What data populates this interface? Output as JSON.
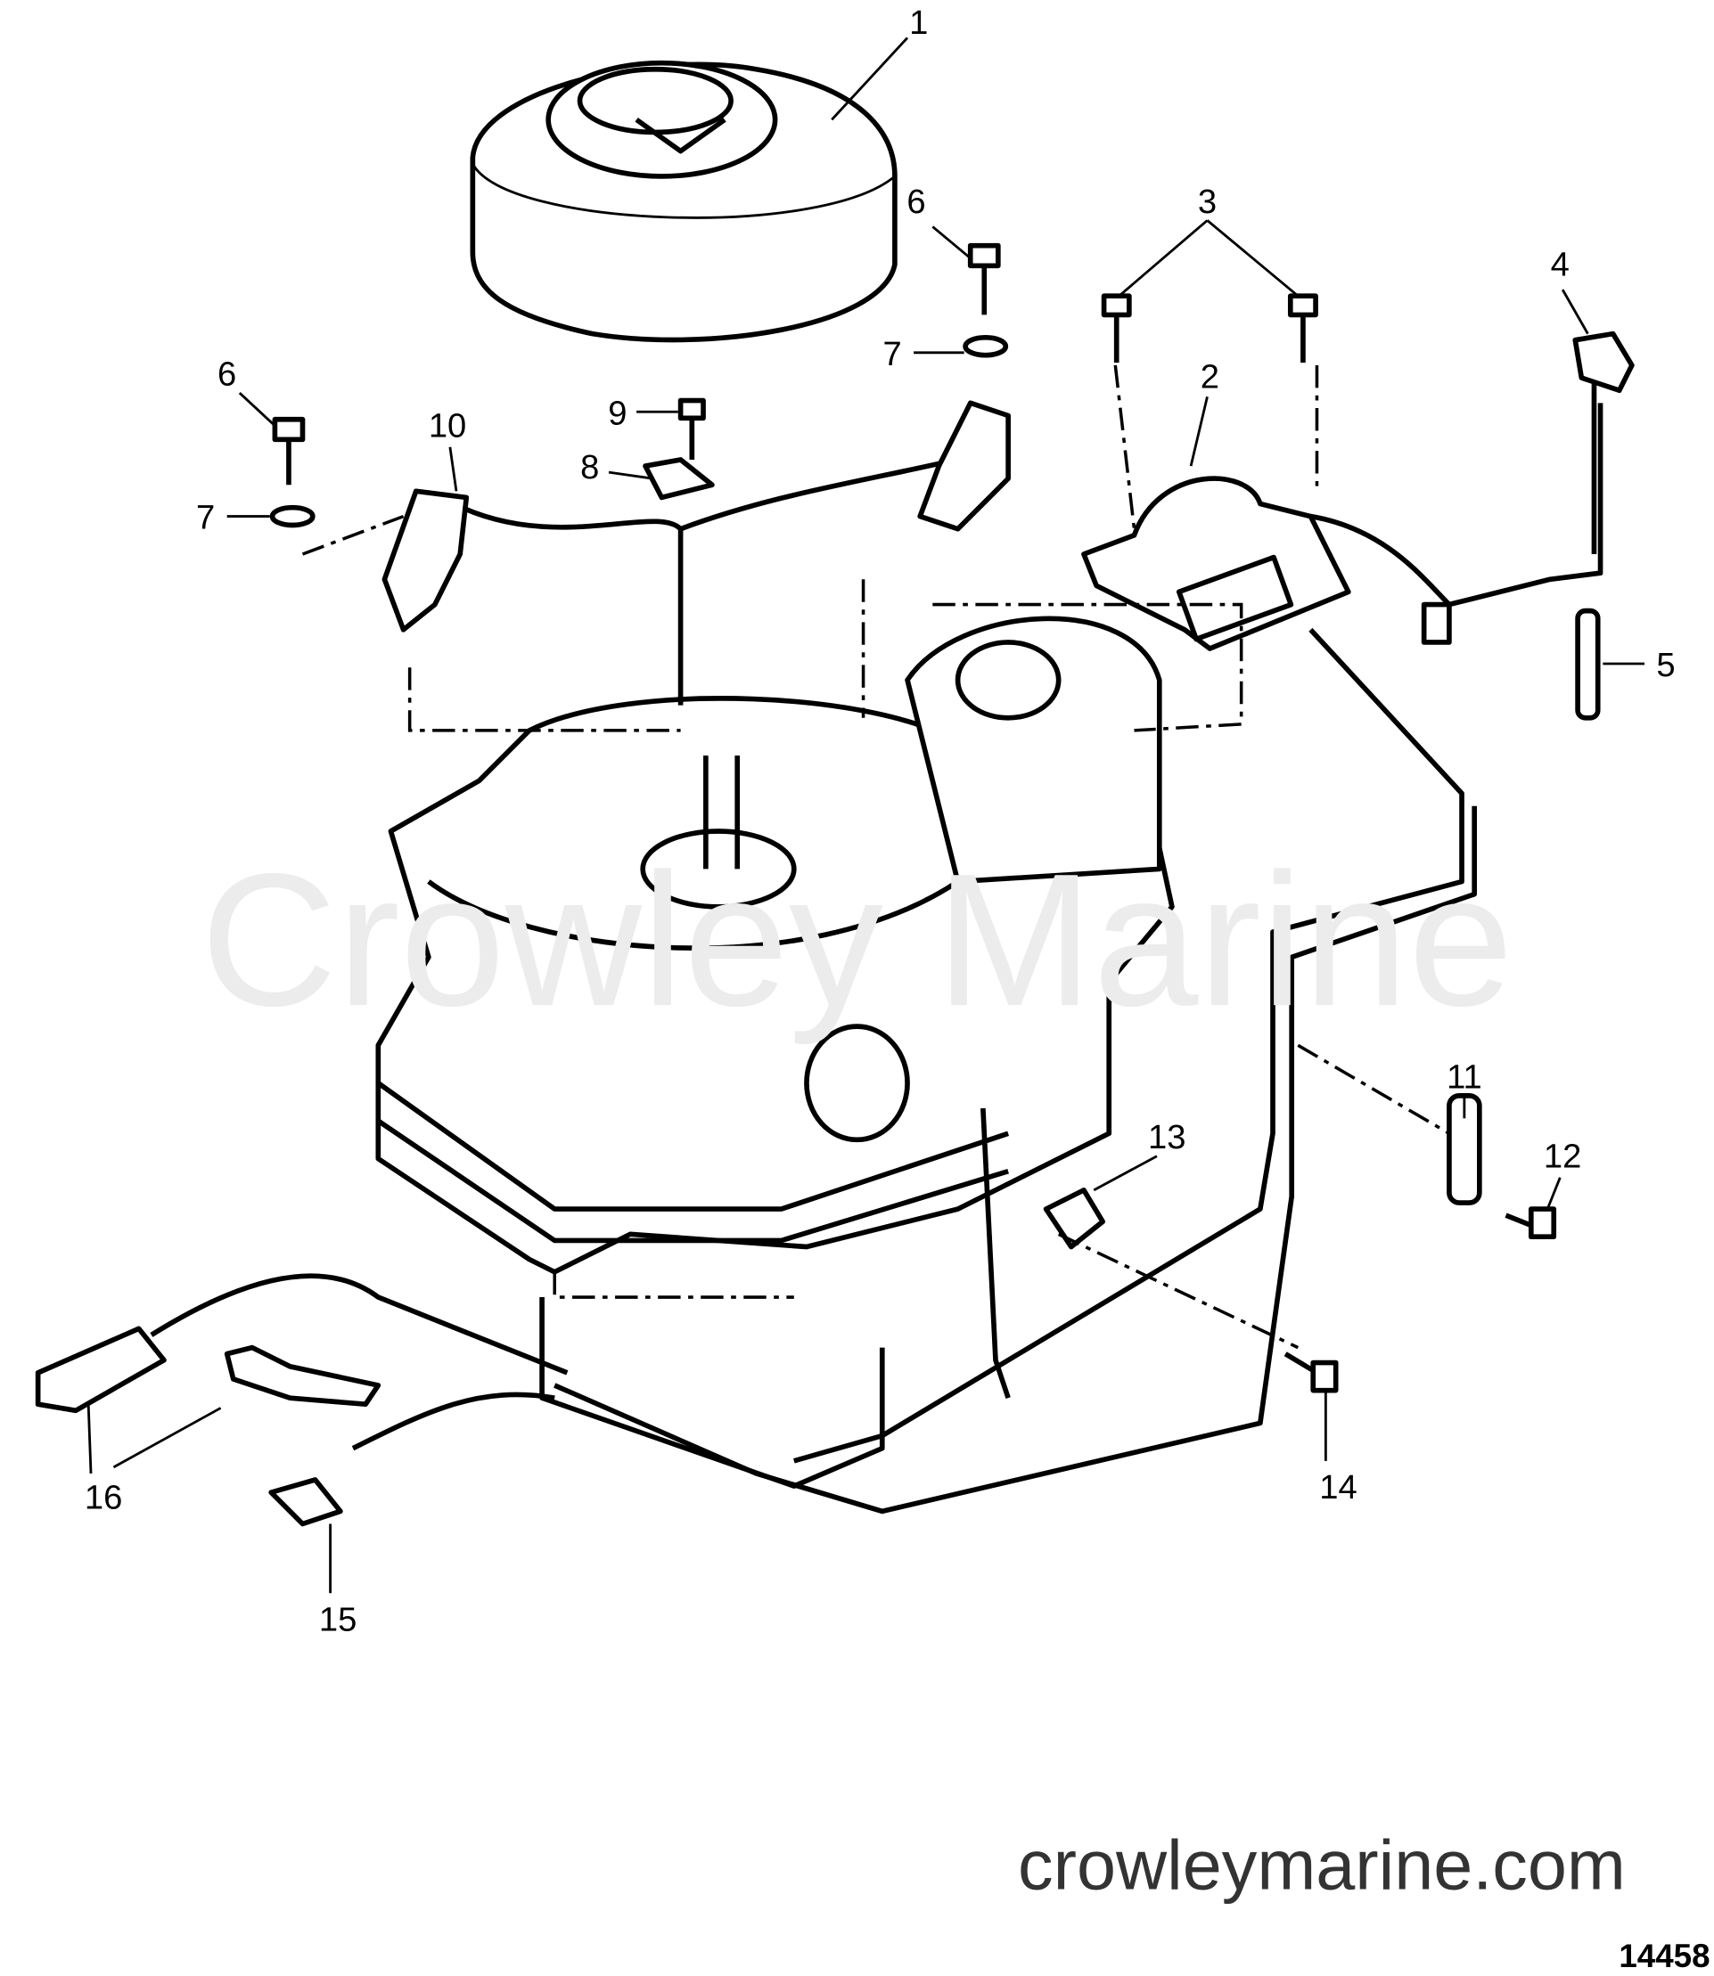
{
  "diagram": {
    "callouts": [
      "1",
      "2",
      "3",
      "4",
      "5",
      "6",
      "6",
      "7",
      "7",
      "8",
      "9",
      "10",
      "11",
      "12",
      "13",
      "14",
      "15",
      "16"
    ],
    "watermark": "Crowley Marine",
    "website": "crowleymarine.com",
    "figure_number": "14458"
  }
}
